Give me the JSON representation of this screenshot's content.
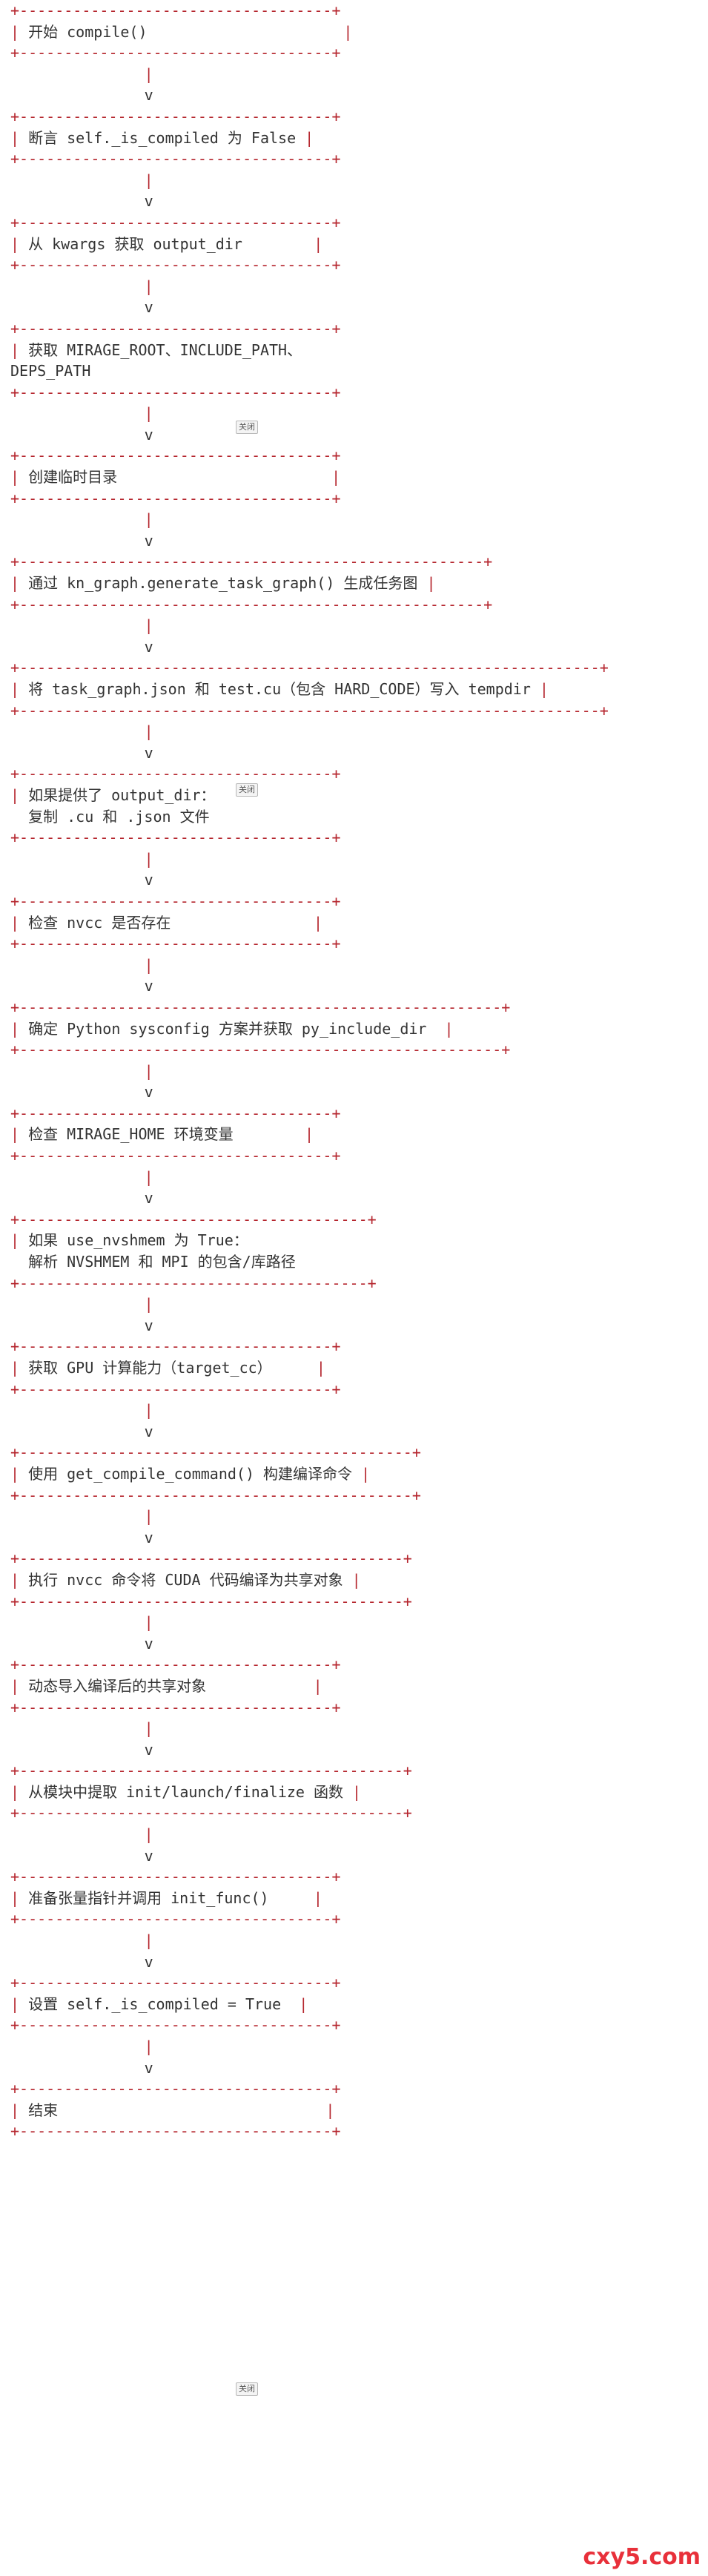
{
  "steps": [
    {
      "label": "开始 compile()"
    },
    {
      "label": "断言 self._is_compiled 为 False"
    },
    {
      "label": "从 kwargs 获取 output_dir"
    },
    {
      "label": "获取 MIRAGE_ROOT、INCLUDE_PATH、\nDEPS_PATH"
    },
    {
      "label": "创建临时目录"
    },
    {
      "label": "通过 kn_graph.generate_task_graph() 生成任务图"
    },
    {
      "label": "将 task_graph.json 和 test.cu（包含 HARD_CODE）写入 tempdir"
    },
    {
      "label": "如果提供了 output_dir：\n  复制 .cu 和 .json 文件"
    },
    {
      "label": "检查 nvcc 是否存在"
    },
    {
      "label": "确定 Python sysconfig 方案并获取 py_include_dir"
    },
    {
      "label": "检查 MIRAGE_HOME 环境变量"
    },
    {
      "label": "如果 use_nvshmem 为 True：\n  解析 NVSHMEM 和 MPI 的包含/库路径"
    },
    {
      "label": "获取 GPU 计算能力（target_cc）"
    },
    {
      "label": "使用 get_compile_command() 构建编译命令"
    },
    {
      "label": "执行 nvcc 命令将 CUDA 代码编译为共享对象"
    },
    {
      "label": "动态导入编译后的共享对象"
    },
    {
      "label": "从模块中提取 init/launch/finalize 函数"
    },
    {
      "label": "准备张量指针并调用 init_func()"
    },
    {
      "label": "设置 self._is_compiled = True"
    },
    {
      "label": "结束"
    }
  ],
  "arrow_glyph": "v",
  "close_badge": "关闭",
  "watermark": "cxy5.com",
  "colors": {
    "border": "#b5262e",
    "text": "#333333",
    "keyword": "#4a2fa8",
    "keyword_value": "#8c2fa0",
    "watermark": "#e8303a"
  }
}
